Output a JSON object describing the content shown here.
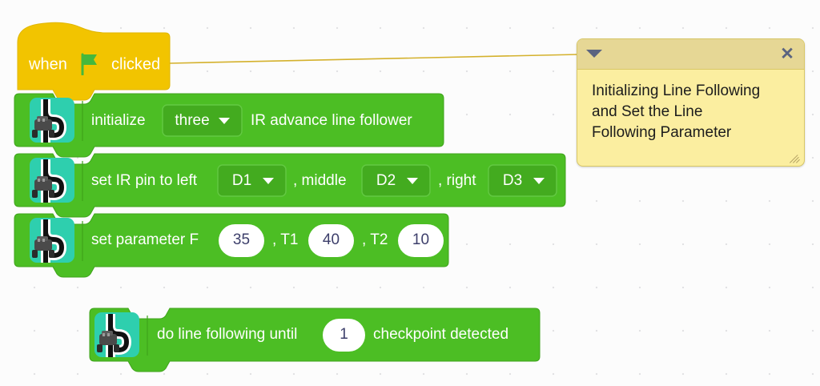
{
  "workspace": {
    "background_color": "#fcfcfc",
    "grid_dot_color": "#e2e2e4"
  },
  "colors": {
    "hat_block": "#f2c400",
    "hat_block_dark": "#e0b600",
    "statement_block": "#4cbe24",
    "statement_block_dark": "#3fa31b",
    "dropdown_field": "#43ab1f",
    "dropdown_border": "#63c943",
    "number_field": "#ffffff",
    "number_text": "#3d3f6b",
    "comment_body": "#fbeea0",
    "comment_header": "#e6d795",
    "comment_border": "#d8c766",
    "connector_line": "#d4b12c",
    "icon_bg": "#2ecfae",
    "flag_green": "#45b83c"
  },
  "hat_block": {
    "name": "when-flag-clicked",
    "text_before": "when",
    "icon": "green-flag-icon",
    "text_after": "clicked"
  },
  "blocks": [
    {
      "name": "initialize-ir-line-follower",
      "icon": "line-follower-robot-icon",
      "segments": [
        {
          "type": "label",
          "text": "initialize"
        },
        {
          "type": "dropdown",
          "name": "sensor-count-dropdown",
          "value": "three"
        },
        {
          "type": "label",
          "text": "IR advance line follower"
        }
      ]
    },
    {
      "name": "set-ir-pin",
      "icon": "line-follower-robot-icon",
      "segments": [
        {
          "type": "label",
          "text": "set IR pin to left"
        },
        {
          "type": "dropdown",
          "name": "left-pin-dropdown",
          "value": "D1"
        },
        {
          "type": "label",
          "text": ", middle"
        },
        {
          "type": "dropdown",
          "name": "middle-pin-dropdown",
          "value": "D2"
        },
        {
          "type": "label",
          "text": ", right"
        },
        {
          "type": "dropdown",
          "name": "right-pin-dropdown",
          "value": "D3"
        }
      ]
    },
    {
      "name": "set-parameter",
      "icon": "line-follower-robot-icon",
      "segments": [
        {
          "type": "label",
          "text": "set parameter F"
        },
        {
          "type": "number",
          "name": "parameter-f-input",
          "value": "35"
        },
        {
          "type": "label",
          "text": ", T1"
        },
        {
          "type": "number",
          "name": "parameter-t1-input",
          "value": "40"
        },
        {
          "type": "label",
          "text": ", T2"
        },
        {
          "type": "number",
          "name": "parameter-t2-input",
          "value": "10"
        }
      ]
    }
  ],
  "detached_block": {
    "name": "do-line-following-until-checkpoint",
    "icon": "line-follower-robot-icon",
    "segments": [
      {
        "type": "label",
        "text": "do line following until"
      },
      {
        "type": "number",
        "name": "checkpoint-count-input",
        "value": "1"
      },
      {
        "type": "label",
        "text": "checkpoint detected"
      }
    ]
  },
  "comment": {
    "name": "workspace-comment",
    "text": "Initializing Line Following\nand Set the Line\nFollowing Parameter",
    "collapse_icon": "triangle-down-icon",
    "close_icon": "close-x-icon",
    "resize_icon": "resize-handle-icon"
  }
}
